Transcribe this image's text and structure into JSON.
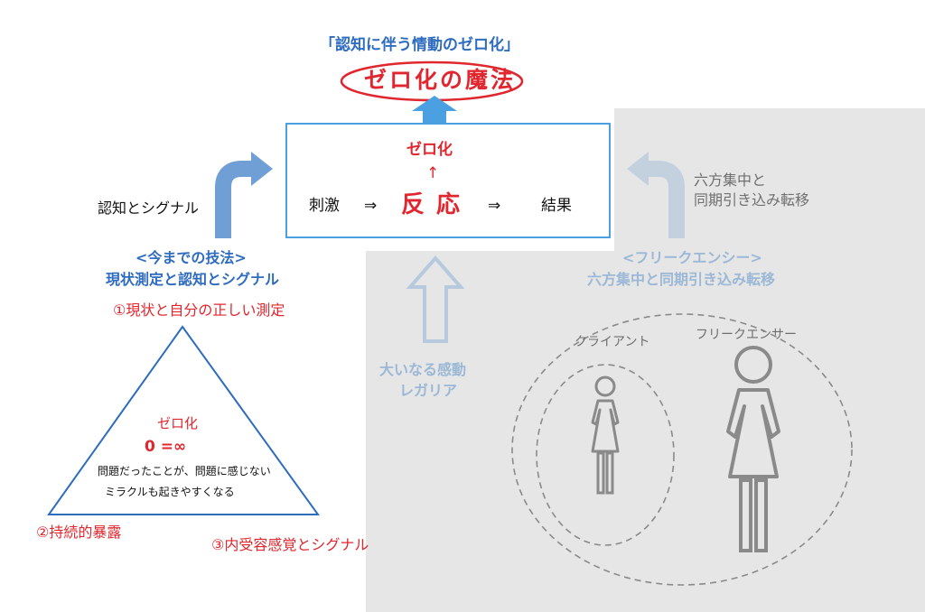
{
  "header": {
    "subtitle": "「認知に伴う情動のゼロ化」",
    "title": "ゼロ化の魔法"
  },
  "center_box": {
    "zero": "ゼロ化",
    "up_arrow": "↑",
    "stimulus": "刺激",
    "arrow1": "⇒",
    "reaction": "反 応",
    "arrow2": "⇒",
    "result": "結果"
  },
  "left": {
    "curve_label": "認知とシグナル",
    "heading_line1": "<今までの技法>",
    "heading_line2": "現状測定と認知とシグナル",
    "point1": "①現状と自分の正しい測定",
    "point2": "②持続的暴露",
    "point3": "③内受容感覚とシグナル",
    "triangle_zero": "ゼロ化",
    "triangle_eq": "0 =∞",
    "triangle_text1": "問題だったことが、問題に感じない",
    "triangle_text2": "ミラクルも起きやすくなる"
  },
  "right": {
    "curve_label_line1": "六方集中と",
    "curve_label_line2": "同期引き込み転移",
    "heading_line1": "<フリークエンシー>",
    "heading_line2": "六方集中と同期引き込み転移",
    "client_label": "クライアント",
    "freq_label": "フリークエンサー",
    "emotion_line1": "大いなる感動",
    "emotion_line2": "レガリア"
  },
  "colors": {
    "blue": "#2e6cc0",
    "red": "#e0262e",
    "light_blue": "#9bb8d6",
    "gray_bg": "#e6e6e6",
    "box_border": "#4aa0e0"
  }
}
